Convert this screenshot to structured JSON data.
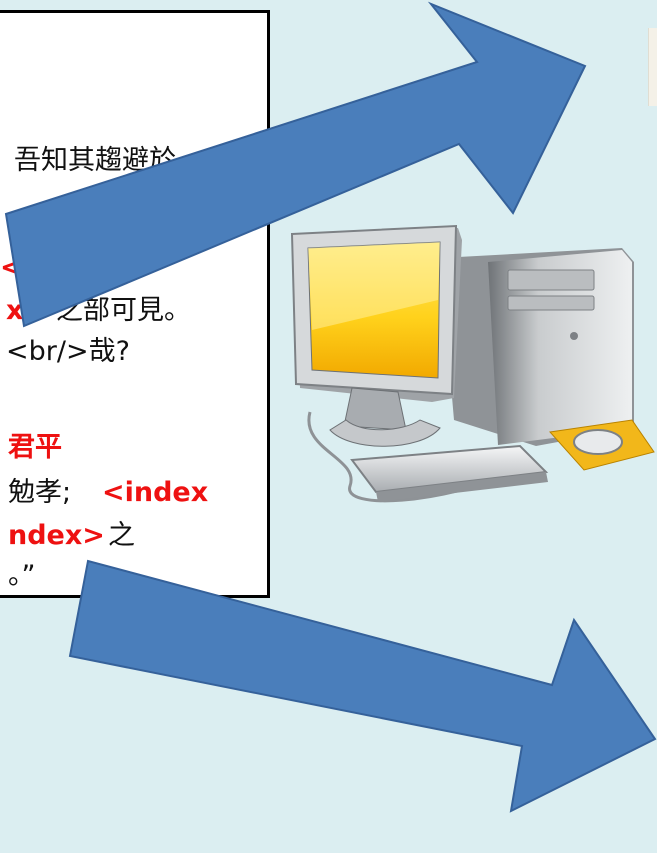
{
  "document": {
    "line1": "吾知其趨避於",
    "line2a": "<i",
    "line3a": "x>",
    "line3b": "之部可見。",
    "line4": "<br/>哉?",
    "line5": "君平",
    "line6a": "勉孝;",
    "line6b": "<index",
    "line7a": "ndex>",
    "line7b": "之",
    "line8": "。”"
  },
  "colors": {
    "arrow_fill": "#4a7ebb",
    "arrow_stroke": "#35619a",
    "tag_red": "#ee1111",
    "background": "#dbeef1"
  },
  "icons": {
    "computer": "desktop-computer-icon",
    "arrow_top": "arrow-right-up-icon",
    "arrow_bottom": "arrow-right-down-icon"
  }
}
